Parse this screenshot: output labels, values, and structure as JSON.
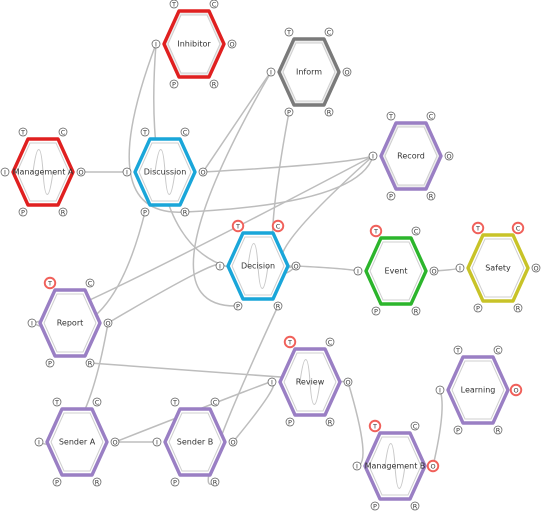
{
  "diagram": {
    "ports": {
      "T": "T",
      "C": "C",
      "I": "I",
      "O": "O",
      "P": "P",
      "R": "R"
    },
    "colors": {
      "red": "#e02020",
      "blue": "#1aa6d9",
      "purple": "#9a7fc4",
      "gray": "#7a7a7a",
      "green": "#2cb52c",
      "olive": "#c8c328",
      "highlight": "#f0605a",
      "edge": "#bdbdbd"
    },
    "nodes": [
      {
        "id": "inhibitor",
        "label": "Inhibitor",
        "color": "red",
        "fill": "#eeeeee",
        "sine": false,
        "hl": []
      },
      {
        "id": "inform",
        "label": "Inform",
        "color": "gray",
        "fill": "#eeeeee",
        "sine": false,
        "hl": []
      },
      {
        "id": "management-a",
        "label": "Management A",
        "color": "red",
        "fill": "#ffffff",
        "sine": true,
        "hl": []
      },
      {
        "id": "discussion",
        "label": "Discussion",
        "color": "blue",
        "fill": "#ffffff",
        "sine": true,
        "hl": []
      },
      {
        "id": "record",
        "label": "Record",
        "color": "purple",
        "fill": "#eeeeee",
        "sine": false,
        "hl": []
      },
      {
        "id": "decision",
        "label": "Decision",
        "color": "blue",
        "fill": "#ffffff",
        "sine": true,
        "hl": [
          "T",
          "C"
        ]
      },
      {
        "id": "event",
        "label": "Event",
        "color": "green",
        "fill": "#ffffff",
        "sine": false,
        "hl": [
          "T"
        ]
      },
      {
        "id": "safety",
        "label": "Safety",
        "color": "olive",
        "fill": "#ffffff",
        "sine": false,
        "hl": [
          "T",
          "C"
        ]
      },
      {
        "id": "report",
        "label": "Report",
        "color": "purple",
        "fill": "#ffffff",
        "sine": false,
        "hl": [
          "T"
        ]
      },
      {
        "id": "review",
        "label": "Review",
        "color": "purple",
        "fill": "#ffffff",
        "sine": true,
        "hl": [
          "T"
        ]
      },
      {
        "id": "learning",
        "label": "Learning",
        "color": "purple",
        "fill": "#ffffff",
        "sine": false,
        "hl": [
          "O"
        ]
      },
      {
        "id": "sender-a",
        "label": "Sender A",
        "color": "purple",
        "fill": "#ffffff",
        "sine": false,
        "hl": []
      },
      {
        "id": "sender-b",
        "label": "Sender B",
        "color": "purple",
        "fill": "#ffffff",
        "sine": false,
        "hl": []
      },
      {
        "id": "management-b",
        "label": "Management B",
        "color": "purple",
        "fill": "#ffffff",
        "sine": true,
        "hl": [
          "T",
          "O"
        ]
      }
    ]
  }
}
